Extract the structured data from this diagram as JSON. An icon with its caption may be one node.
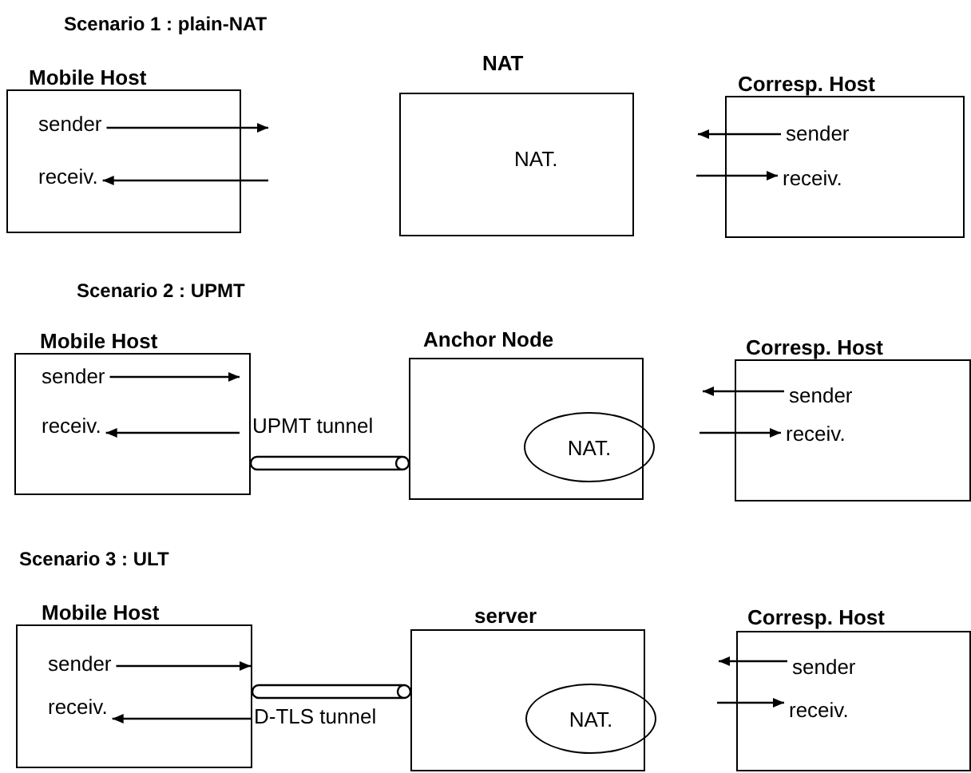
{
  "diagram": {
    "nodes": [
      {
        "text": [
          "Mobile Host"
        ]
      },
      {
        "text": [
          "sender"
        ],
        "in": 0
      },
      {
        "text": [
          "receiv."
        ],
        "in": 0
      },
      {
        "text": [
          "NAT",
          "NAT."
        ]
      },
      {
        "text": [
          "Corresp. Host"
        ]
      },
      {
        "text": [
          "sender"
        ],
        "in": 4
      },
      {
        "text": [
          "receiv."
        ],
        "in": 4
      },
      {
        "text": [
          "Mobile Host"
        ]
      },
      {
        "text": [
          "sender"
        ],
        "in": 7
      },
      {
        "text": [
          "receiv."
        ],
        "in": 7
      },
      {
        "text": [
          "Anchor Node"
        ]
      },
      {
        "text": [
          "NAT."
        ],
        "in": 10
      },
      {
        "text": [
          "Corresp. Host"
        ]
      },
      {
        "text": [
          "sender"
        ],
        "in": 12
      },
      {
        "text": [
          "receiv."
        ],
        "in": 12
      },
      {
        "text": [
          "Mobile Host"
        ]
      },
      {
        "text": [
          "sender"
        ],
        "in": 15
      },
      {
        "text": [
          "receiv."
        ],
        "in": 15
      },
      {
        "text": [
          "server"
        ]
      },
      {
        "text": [
          "NAT."
        ],
        "in": 18
      },
      {
        "text": [
          "Corresp. Host"
        ]
      },
      {
        "text": [
          "sender"
        ],
        "in": 20
      },
      {
        "text": [
          "receiv."
        ],
        "in": 20
      }
    ],
    "edges": [
      {
        "from": 1,
        "to": null,
        "arrow": "to"
      },
      {
        "from": null,
        "to": 2,
        "arrow": "to"
      },
      {
        "from": 5,
        "to": null,
        "arrow": "to"
      },
      {
        "from": null,
        "to": 6,
        "arrow": "to"
      },
      {
        "from": 8,
        "to": null,
        "arrow": "to"
      },
      {
        "from": null,
        "to": 9,
        "arrow": "to"
      },
      {
        "from": 7,
        "to": 10,
        "arrow": "none",
        "label": "UPMT tunnel"
      },
      {
        "from": 13,
        "to": null,
        "arrow": "to"
      },
      {
        "from": null,
        "to": 14,
        "arrow": "to"
      },
      {
        "from": 16,
        "to": null,
        "arrow": "to"
      },
      {
        "from": null,
        "to": 17,
        "arrow": "to"
      },
      {
        "from": 15,
        "to": 18,
        "arrow": "none",
        "label": "D-TLS tunnel"
      },
      {
        "from": 21,
        "to": null,
        "arrow": "to"
      },
      {
        "from": null,
        "to": 22,
        "arrow": "to"
      }
    ],
    "labels": [
      "Scenario 1 : plain-NAT",
      "Scenario 2 : UPMT",
      "Scenario 3 : ULT"
    ]
  }
}
